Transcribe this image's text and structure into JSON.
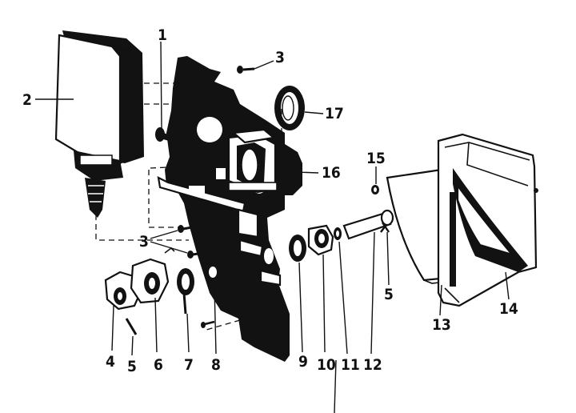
{
  "labels": {
    "p1": "1",
    "p2": "2",
    "p3a": "3",
    "p3b": "3",
    "p4": "4",
    "p5a": "5",
    "p5b": "5",
    "p6": "6",
    "p7": "7",
    "p8": "8",
    "p9": "9",
    "p10": "10",
    "p11": "11",
    "p12": "12",
    "p13": "13",
    "p14": "14",
    "p15": "15",
    "p16": "16",
    "p17": "17"
  }
}
